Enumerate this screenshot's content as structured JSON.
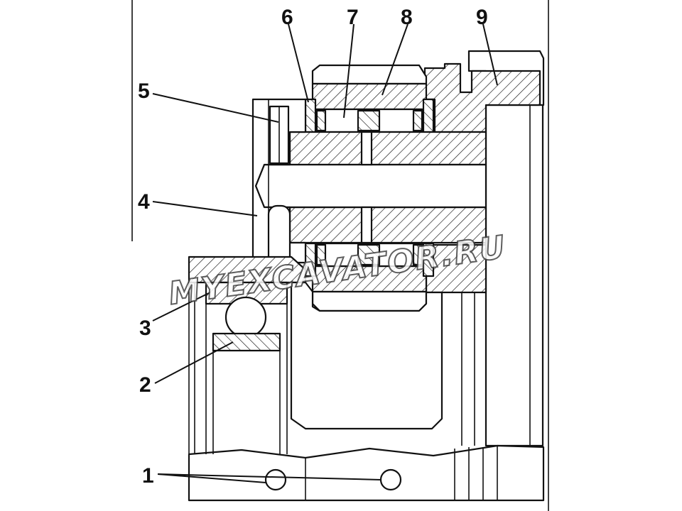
{
  "figure": {
    "callouts": [
      {
        "id": "1",
        "text": "1"
      },
      {
        "id": "2",
        "text": "2"
      },
      {
        "id": "3",
        "text": "3"
      },
      {
        "id": "4",
        "text": "4"
      },
      {
        "id": "5",
        "text": "5"
      },
      {
        "id": "6",
        "text": "6"
      },
      {
        "id": "7",
        "text": "7"
      },
      {
        "id": "8",
        "text": "8"
      },
      {
        "id": "9",
        "text": "9"
      }
    ],
    "watermark": "MYEXCAVATOR.RU",
    "colors": {
      "line": "#111111",
      "background": "#ffffff"
    }
  }
}
